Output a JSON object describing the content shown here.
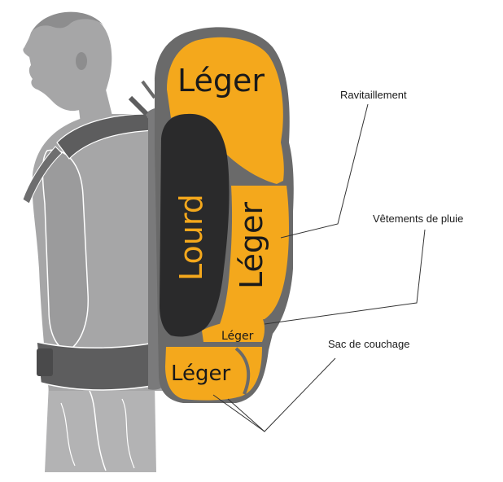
{
  "colors": {
    "background": "#ffffff",
    "person_fill": "#a6a6a7",
    "person_dark": "#8d8d8e",
    "pack_outline": "#6a6a6a",
    "light_zone": "#f4a81c",
    "heavy_zone": "#2a2a2b",
    "heavy_text": "#f4a81c",
    "light_text": "#1a1a1a",
    "leader_line": "#333333"
  },
  "zones": {
    "top": "Léger",
    "heavy": "Lourd",
    "middle": "Léger",
    "small": "Léger",
    "bottom": "Léger"
  },
  "callouts": {
    "ravitaillement": "Ravitaillement",
    "vetements": "Vêtements de pluie",
    "sac": "Sac de couchage"
  },
  "icons": {
    "person": "hiker-silhouette",
    "backpack": "backpack-loading-diagram"
  }
}
